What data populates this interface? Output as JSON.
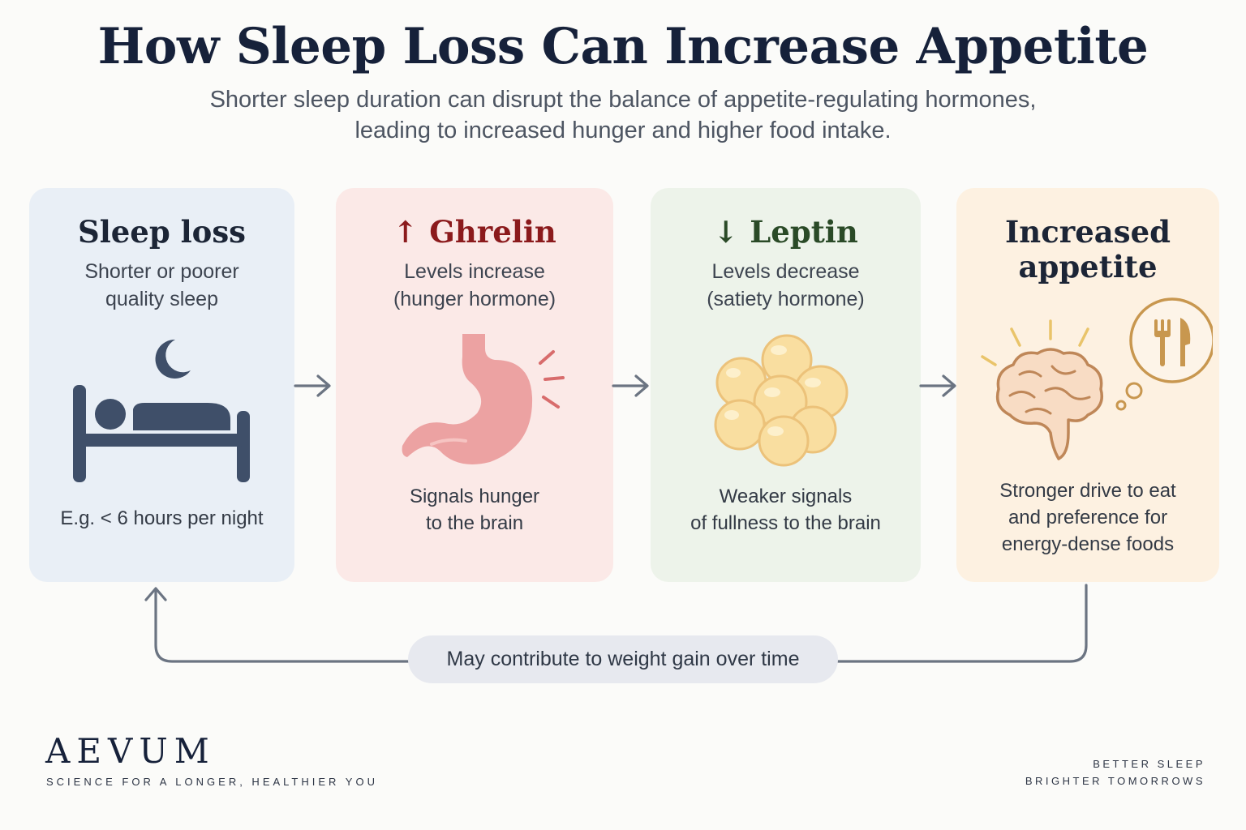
{
  "title": "How Sleep Loss Can Increase Appetite",
  "subtitle": {
    "line1": "Shorter sleep duration can disrupt the balance of appetite-regulating hormones,",
    "line2": "leading to increased hunger and higher food intake."
  },
  "cards": {
    "sleep": {
      "title": "Sleep loss",
      "sub1": "Shorter or poorer",
      "sub2": "quality sleep",
      "foot1": "E.g. < 6 hours per night",
      "icon": "bed-moon-icon",
      "color": "#e9eff6"
    },
    "ghrelin": {
      "arrow": "↑",
      "title": "Ghrelin",
      "sub1": "Levels increase",
      "sub2": "(hunger hormone)",
      "foot1": "Signals hunger",
      "foot2": "to the brain",
      "icon": "stomach-icon",
      "color": "#fbe9e7",
      "accent": "#8b1a1c"
    },
    "leptin": {
      "arrow": "↓",
      "title": "Leptin",
      "sub1": "Levels decrease",
      "sub2": "(satiety hormone)",
      "foot1": "Weaker signals",
      "foot2": "of fullness to the brain",
      "icon": "fat-cells-icon",
      "color": "#edf3ea",
      "accent": "#2a4a27"
    },
    "appetite": {
      "title1": "Increased",
      "title2": "appetite",
      "foot1": "Stronger drive to eat",
      "foot2": "and preference for",
      "foot3": "energy-dense foods",
      "icon": "brain-food-thought-icon",
      "color": "#fdf1e1"
    }
  },
  "feedback": "May contribute to weight gain over time",
  "brand": {
    "name": "AEVUM",
    "tagline": "SCIENCE FOR A LONGER, HEALTHIER YOU"
  },
  "footer": {
    "line1": "BETTER SLEEP",
    "line2": "BRIGHTER TOMORROWS"
  }
}
